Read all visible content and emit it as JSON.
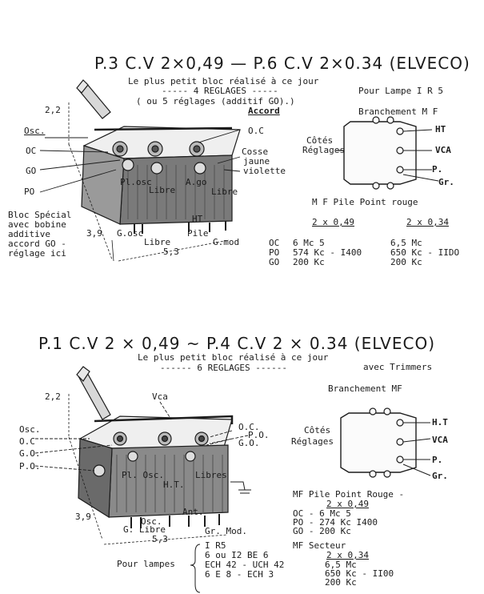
{
  "colors": {
    "ink": "#1c1c1c",
    "paper": "#ffffff"
  },
  "top": {
    "heading": "P.3 C.V 2×0,49 — P.6 C.V 2×0.34 (ELVECO)",
    "subtitle": "Le plus petit bloc réalisé à ce jour",
    "settings_line": "----- 4 REGLAGES -----",
    "settings_note": "( ou 5 réglages (additif GO).)",
    "accord": "Accord",
    "pour_lampe": "Pour Lampe I R 5",
    "branchement_mf": "Branchement M F",
    "dim_height": "2,2",
    "dim_depth": "3,9",
    "dim_width": "5,3",
    "labels": {
      "osc": "Osc.",
      "oc": "OC",
      "go": "GO",
      "po": "PO",
      "oc_right": "O.C",
      "cosse_line1": "Cosse",
      "cosse_line2": "jaune",
      "cosse_line3": "violette",
      "pl_osc": "Pl.osc",
      "libre1": "Libre",
      "a_go": "A.go",
      "libre2": "Libre",
      "ht": "HT",
      "g_osc": "G.osc",
      "pile": "Pile",
      "libre3": "Libre",
      "g_mod": "G.mod"
    },
    "side_note": [
      "Bloc Spécial",
      "avec bobine",
      "additive",
      "accord GO -",
      "réglage ici"
    ],
    "mf": {
      "cotes": "Côtés",
      "reglages": "Réglages",
      "ht": "HT",
      "vca": "VCA",
      "p": "P.",
      "gr": "Gr."
    },
    "table": {
      "title": "M F  Pile Point rouge",
      "col1": "2 x 0,49",
      "col2": "2 x 0,34",
      "rows": [
        {
          "band": "OC",
          "v1": "6 Mc 5",
          "v2": "6,5 Mc"
        },
        {
          "band": "PO",
          "v1": "574 Kc - I400",
          "v2": "650 Kc - IIDO"
        },
        {
          "band": "GO",
          "v1": "200 Kc",
          "v2": "200 Kc"
        }
      ]
    }
  },
  "bottom": {
    "heading": "P.1 C.V 2 × 0,49 ~ P.4 C.V 2 × 0.34 (ELVECO)",
    "subtitle": "Le plus petit bloc réalisé à ce jour",
    "settings_line": "------ 6 REGLAGES ------",
    "trimmers": "avec Trimmers",
    "branchement_mf": "Branchement MF",
    "dim_height": "2,2",
    "dim_depth": "3,9",
    "dim_width": "5,3",
    "labels": {
      "vca": "Vca",
      "osc": "Osc.",
      "oc": "O.C",
      "go": "G.O.",
      "po": "P.O.",
      "oc_r": "O.C.",
      "po_r": "P.O.",
      "go_r": "G.O.",
      "pl_osc": "Pl. Osc.",
      "ht": "H.T.",
      "libres": "Libres",
      "osc_bottom": "Osc.",
      "g_libre": "G. Libre",
      "ant": "Ant.",
      "gr_mod": "Gr. Mod."
    },
    "mf": {
      "cotes": "Côtés",
      "reglages": "Réglages",
      "ht": "H.T",
      "vca": "VCA",
      "p": "P.",
      "gr": "Gr."
    },
    "table_pile": {
      "title": "MF Pile Point Rouge -",
      "col": "2 x 0,49",
      "rows": [
        "OC - 6 Mc 5",
        "PO - 274 Kc I400",
        "GO - 200 Kc"
      ]
    },
    "table_secteur": {
      "title": "MF Secteur",
      "col": "2 x 0,34",
      "rows": [
        "6,5 Mc",
        "650 Kc - II00",
        "200 Kc"
      ]
    },
    "pour_lampes": "Pour lampes",
    "lampes": [
      "I R5",
      "6 ou I2 BE 6",
      "ECH 42 - UCH 42",
      "6 E 8 - ECH 3"
    ]
  }
}
